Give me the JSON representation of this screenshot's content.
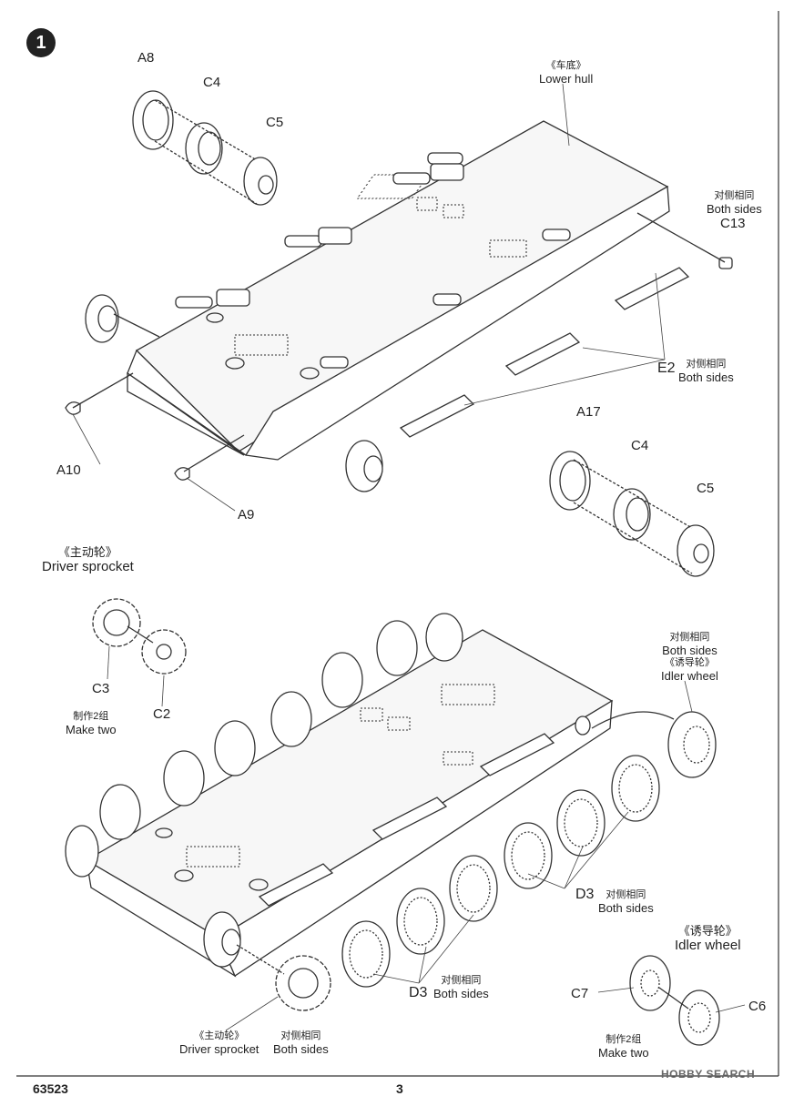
{
  "step": {
    "number": "1"
  },
  "parts": {
    "a8": "A8",
    "c4_top": "C4",
    "c5_top": "C5",
    "a10": "A10",
    "a9": "A9",
    "a17": "A17",
    "c4_right": "C4",
    "c5_right": "C5",
    "c13": "C13",
    "c3": "C3",
    "c2": "C2",
    "c7": "C7",
    "c6": "C6"
  },
  "labels": {
    "lower_hull_zh": "《车底》",
    "lower_hull_en": "Lower hull",
    "both_sides_zh": "对侧相同",
    "both_sides_en": "Both sides",
    "e2": "E2",
    "d3": "D3",
    "driver_sprocket_zh": "《主动轮》",
    "driver_sprocket_en": "Driver sprocket",
    "make_two_zh": "制作2组",
    "make_two_en": "Make two",
    "idler_wheel_zh": "《诱导轮》",
    "idler_wheel_en": "Idler wheel"
  },
  "footer": {
    "model_code": "63523",
    "page_number": "3"
  },
  "watermark": "HOBBY SEARCH"
}
